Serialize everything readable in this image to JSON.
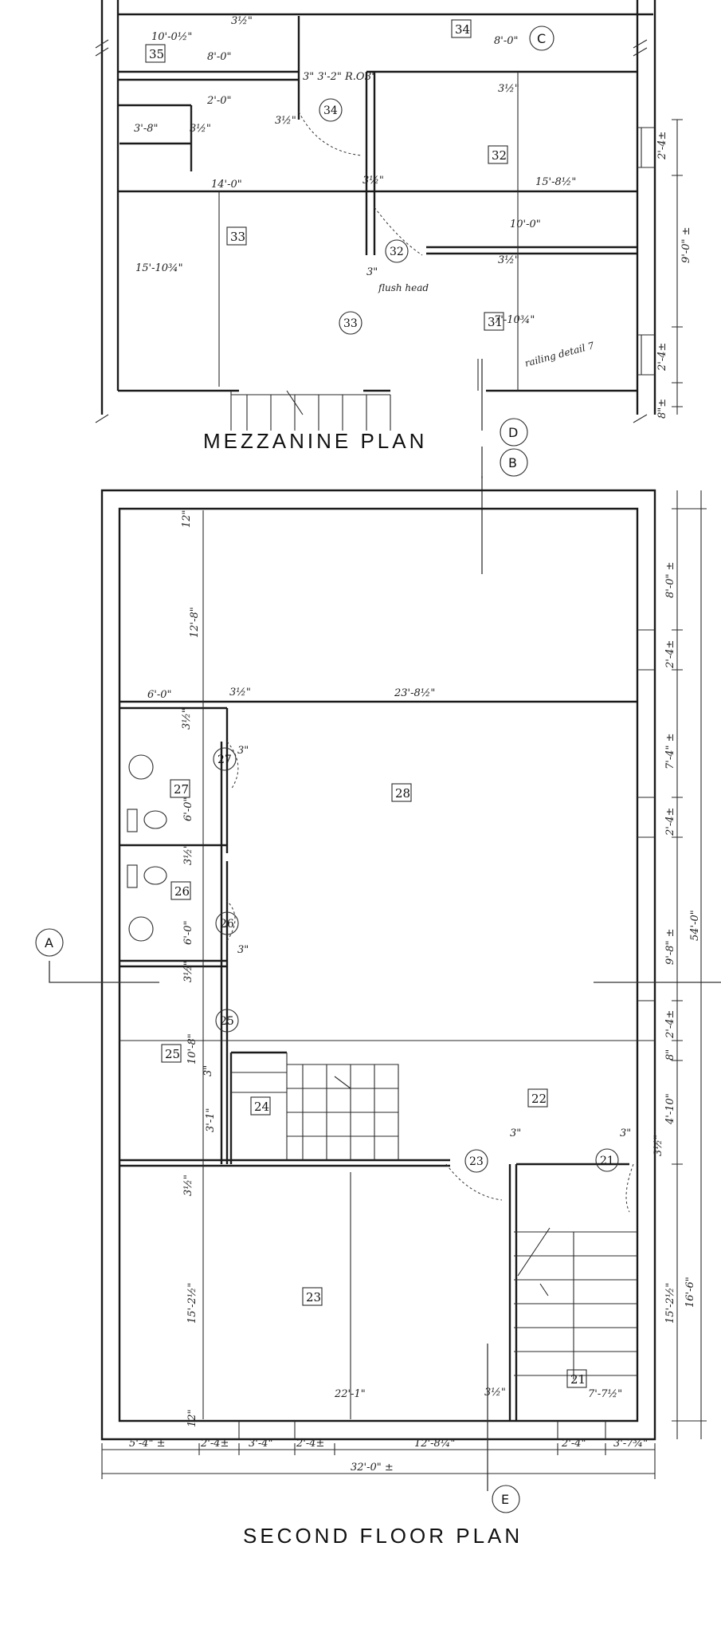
{
  "titles": {
    "mezzanine": "MEZZANINE  PLAN",
    "second_floor": "SECOND  FLOOR  PLAN"
  },
  "grid_bubbles": {
    "A": "A",
    "B": "B",
    "C": "C",
    "D": "D",
    "E": "E"
  },
  "rooms": {
    "r35": "35",
    "r34": "34",
    "r33": "33",
    "r32": "32",
    "r31": "31",
    "r28": "28",
    "r27": "27",
    "r26": "26",
    "r25": "25",
    "r24": "24",
    "r23": "23",
    "r22": "22",
    "r21": "21"
  },
  "doors": {
    "d34": "34",
    "d32": "32",
    "d33": "33",
    "d27": "27",
    "d26": "26",
    "d25": "25",
    "d23": "23",
    "d21": "21"
  },
  "mezz_dims": {
    "d1": "10'-0½\"",
    "d2": "8'-0\"",
    "d3": "3½\"",
    "d4": "2'-0\"",
    "d5": "3'-8\"",
    "d6": "3½\"",
    "d7": "3\" 3'-2\" R.O.",
    "d8": "3½\"",
    "d9": "14'-0\"",
    "d10": "15'-10¾\"",
    "d11": "3½\"",
    "d12": "15'-8½\"",
    "d13": "10'-0\"",
    "d14": "7'-10¾\"",
    "d15": "8'-0\"",
    "d16": "3½\"",
    "d17": "3\"",
    "d18": "3½\"",
    "d19": "3\"",
    "side1": "2'-4±",
    "side2": "9'-0\" ±",
    "side3": "2'-4±",
    "side4": "8\"±"
  },
  "handwritten": {
    "h1": "flush head",
    "h2": "railing detail 7"
  },
  "floor_dims": {
    "f1": "12\"",
    "f2": "12'-8\"",
    "f3": "6'-0\"",
    "f4": "3½\"",
    "f5": "23'-8½\"",
    "f6": "3½\"",
    "f7": "3\"",
    "f8": "6'-0\"",
    "f9": "3½\"",
    "f10": "6'-0\"",
    "f11": "3\"",
    "f12": "3½\"",
    "f13": "10'-8\"",
    "f14": "3\"",
    "f15": "3'-1\"",
    "f16": "3½\"",
    "f17": "3\"",
    "f18": "3\"",
    "f19": "3½\"",
    "f20": "15'-2½\"",
    "f21": "22'-1\"",
    "f22": "3½\"",
    "f23": "7'-7½\"",
    "f24": "12\"",
    "r1": "8'-0\" ±",
    "r2": "2'-4±",
    "r3": "7'-4\" ±",
    "r4": "2'-4±",
    "r5": "9'-8\" ±",
    "r6": "54'-0\"",
    "r7": "2'-4±",
    "r8": "8\"",
    "r9": "4'-10\"",
    "r10": "15'-2½\"",
    "r11": "16'-6\"",
    "b1": "5'-4\" ±",
    "b2": "2'-4±",
    "b3": "3'-4\"",
    "b4": "2'-4±",
    "b5": "12'-8¼\"",
    "b6": "2'-4\"",
    "b7": "3'-7¾\"",
    "b8": "32'-0\" ±"
  }
}
